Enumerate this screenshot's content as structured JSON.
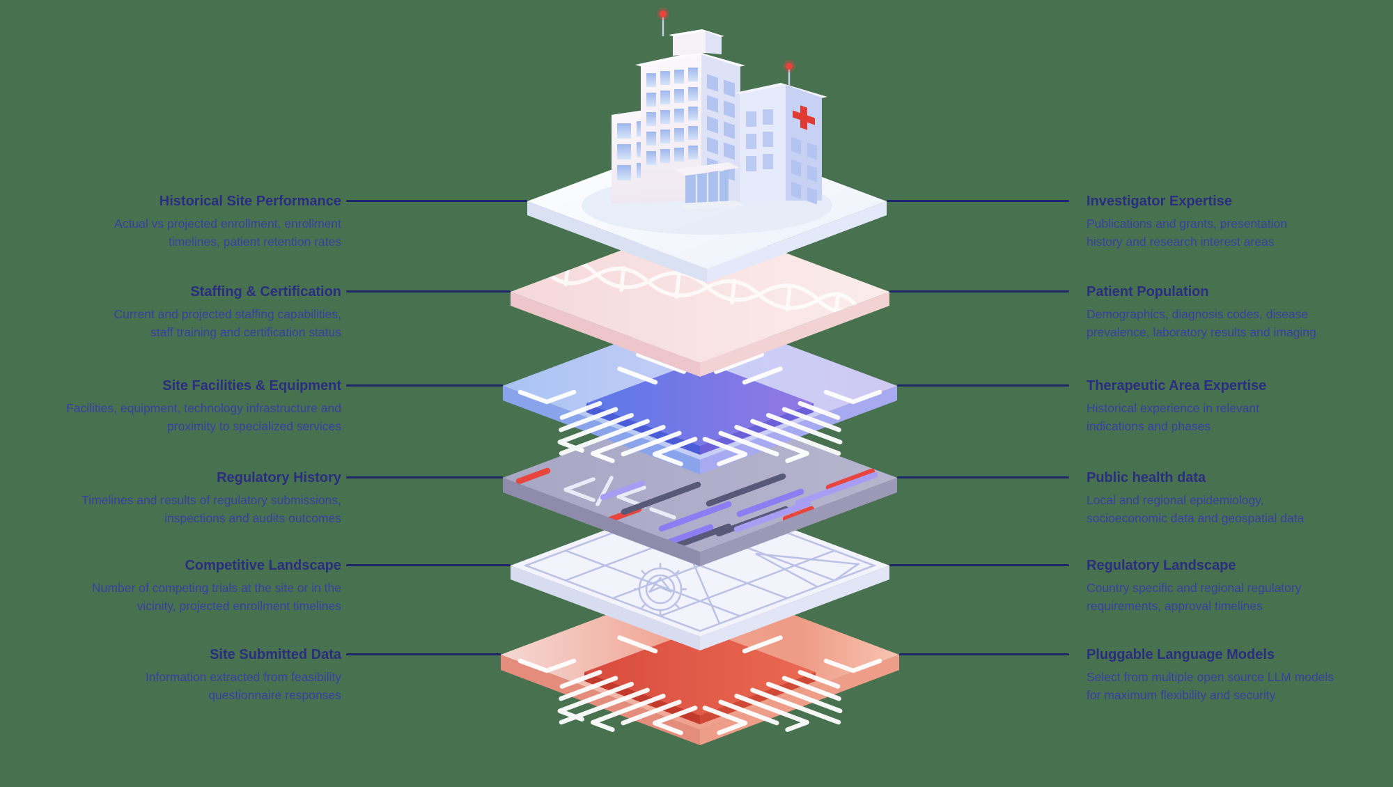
{
  "colors": {
    "background": "#47714f",
    "title_text": "#2b2d7f",
    "body_text": "#3a3fa2",
    "connector_line": "#1f2569",
    "accent_red": "#e8453e",
    "accent_purple": "#8d7cf2",
    "chip_blue": "#5b78e8",
    "chip_red": "#e25b49"
  },
  "illustration": {
    "building": "hospital-building-3d",
    "layers": [
      {
        "name": "site-platform",
        "style": "white"
      },
      {
        "name": "dna-helix-layer",
        "style": "pink"
      },
      {
        "name": "processor-chip-layer",
        "style": "blue-purple"
      },
      {
        "name": "code-lines-layer",
        "style": "gray"
      },
      {
        "name": "map-grid-layer",
        "style": "white"
      },
      {
        "name": "processor-chip-layer",
        "style": "red-coral"
      }
    ]
  },
  "diagram": {
    "left_items": [
      {
        "title": "Historical Site Performance",
        "lines": [
          "Actual vs projected enrollment, enrollment",
          "timelines, patient retention rates"
        ]
      },
      {
        "title": "Staffing & Certification",
        "lines": [
          "Current and projected staffing capabilities,",
          "staff training and certification status"
        ]
      },
      {
        "title": "Site Facilities & Equipment",
        "lines": [
          "Facilities, equipment, technology infrastructure and",
          "proximity to specialized services"
        ]
      },
      {
        "title": "Regulatory History",
        "lines": [
          "Timelines and results of regulatory submissions,",
          "inspections and audits outcomes"
        ]
      },
      {
        "title": "Competitive Landscape",
        "lines": [
          "Number of competing trials at the site or in the",
          "vicinity, projected enrollment timelines"
        ]
      },
      {
        "title": "Site Submitted Data",
        "lines": [
          "Information extracted from feasibility",
          "questionnaire responses"
        ]
      }
    ],
    "right_items": [
      {
        "title": "Investigator Expertise",
        "lines": [
          "Publications and grants, presentation",
          "history and research interest areas"
        ]
      },
      {
        "title": "Patient Population",
        "lines": [
          "Demographics, diagnosis codes, disease",
          "prevalence, laboratory results and imaging"
        ]
      },
      {
        "title": "Therapeutic Area Expertise",
        "lines": [
          "Historical experience in relevant",
          "indications and phases"
        ]
      },
      {
        "title": "Public health data",
        "lines": [
          "Local and regional epidemiology,",
          "socioeconomic data and geospatial data"
        ]
      },
      {
        "title": "Regulatory Landscape",
        "lines": [
          "Country specific and regional regulatory",
          "requirements, approval timelines"
        ]
      },
      {
        "title": "Pluggable Language Models",
        "lines": [
          "Select from multiple open source LLM models",
          "for maximum flexibility and security"
        ]
      }
    ]
  }
}
